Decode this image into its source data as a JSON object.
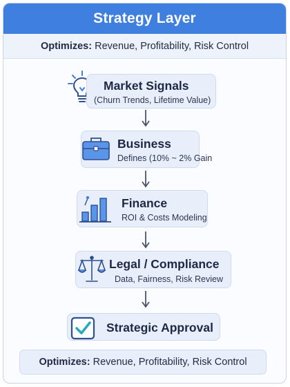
{
  "header": {
    "title": "Strategy Layer"
  },
  "subheader": {
    "lead": "Optimizes:",
    "text": " Revenue, Profitability, Risk Control"
  },
  "steps": [
    {
      "title": "Market Signals",
      "subtitle": "(Churn Trends, Lifetime Value)",
      "icon": "lightbulb-icon"
    },
    {
      "title": "Business",
      "subtitle": "Defines (10% ~ 2% Gain",
      "icon": "briefcase-icon"
    },
    {
      "title": "Finance",
      "subtitle": "ROI & Costs Modeling",
      "icon": "bar-chart-icon"
    },
    {
      "title": "Legal / Compliance",
      "subtitle": "Data, Fairness, Risk Review",
      "icon": "scales-icon"
    },
    {
      "title": "Strategic Approval",
      "subtitle": "",
      "icon": "checkbox-icon"
    }
  ],
  "footer": {
    "lead": "Optimizes:",
    "text": " Revenue, Profitability, Risk Control"
  },
  "colors": {
    "accent": "#3f7fe0",
    "node_fill": "#e9eefb",
    "arrow": "#4a5468"
  }
}
